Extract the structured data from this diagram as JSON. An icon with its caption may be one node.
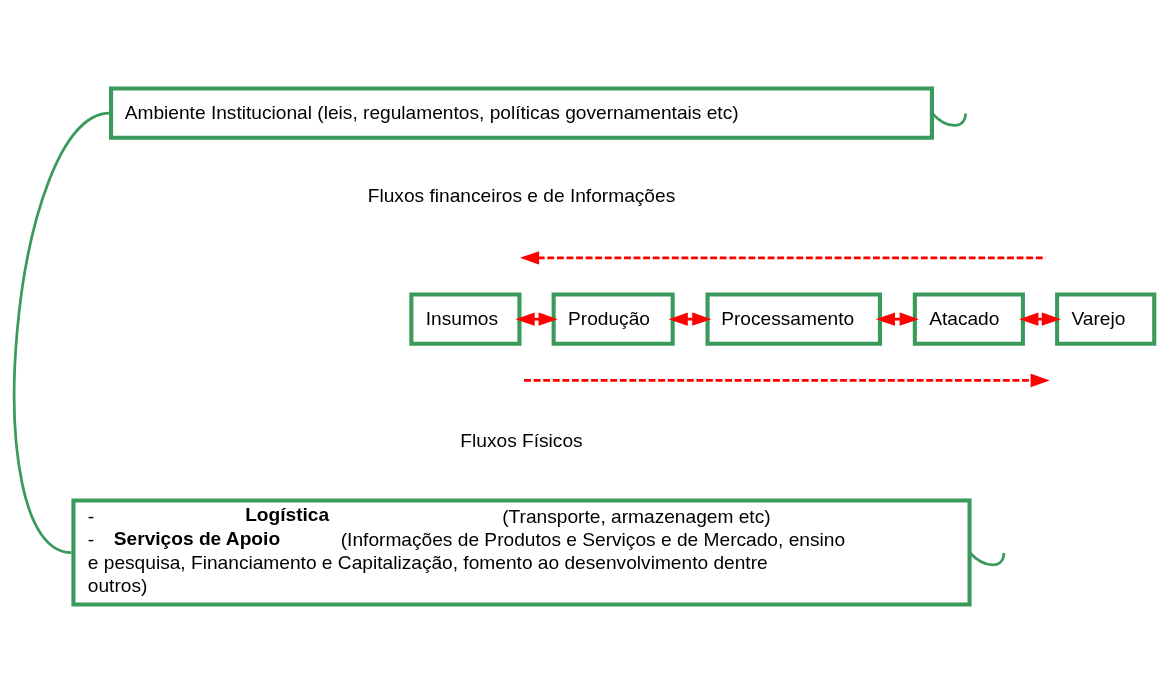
{
  "diagram": {
    "nodes": [
      {
        "text": [
          "Ambiente Institucional (leis, regulamentos, políticas governamentais etc)"
        ]
      },
      {
        "text": [
          "Insumos"
        ]
      },
      {
        "text": [
          "Produção"
        ]
      },
      {
        "text": [
          "Processamento"
        ]
      },
      {
        "text": [
          "Atacado"
        ]
      },
      {
        "text": [
          "Varejo"
        ]
      },
      {
        "text": [
          "- **Logística** (Transporte, armazenagem etc)",
          "- **Serviços de Apoio** (Informações de Produtos e Serviços e de Mercado, ensino e pesquisa, Financiamento e Capitalização, fomento ao desenvolvimento dentre outros)"
        ]
      }
    ],
    "edges": [
      {
        "from": 1,
        "to": 2,
        "arrow": "both"
      },
      {
        "from": 2,
        "to": 3,
        "arrow": "both"
      },
      {
        "from": 3,
        "to": 4,
        "arrow": "both"
      },
      {
        "from": 4,
        "to": 5,
        "arrow": "both"
      },
      {
        "from": 0,
        "to": 6,
        "arrow": "none",
        "color": "#3a9a5b"
      },
      {
        "from": 0,
        "to": null,
        "arrow": "none",
        "color": "#3a9a5b"
      },
      {
        "from": 6,
        "to": null,
        "arrow": "none",
        "color": "#3a9a5b"
      }
    ],
    "labels": [
      "Fluxos financeiros e de Informações",
      "Fluxos Físicos"
    ]
  }
}
